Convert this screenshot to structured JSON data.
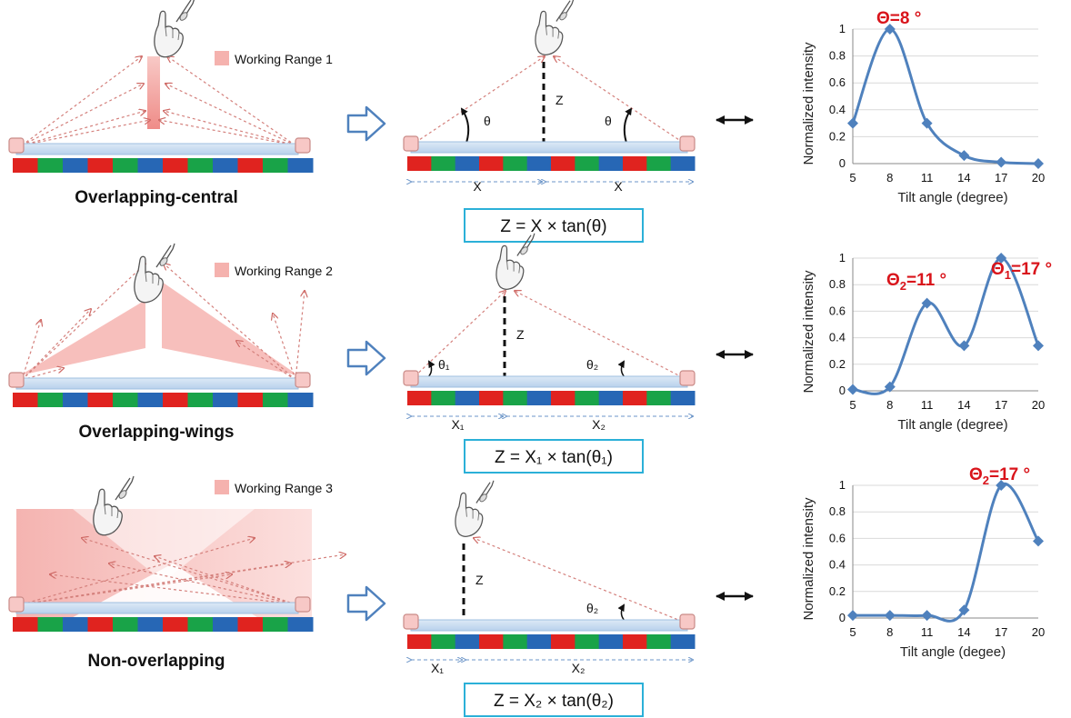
{
  "colors": {
    "accent_blue": "#4f81bd",
    "peak_red": "#d9141b",
    "range_pink": "#f3a4a0",
    "formula_border": "#2bb0d8",
    "strip_red": "#e0231f",
    "strip_green": "#19a348",
    "strip_blue": "#2767b5"
  },
  "rows": [
    {
      "config_label": "Overlapping-central",
      "legend_label": "Working Range 1",
      "diagram": {
        "z_label": "Z",
        "theta_left": "θ",
        "theta_right": "θ",
        "x_left": "X",
        "x_right": "X"
      },
      "formula": "Z = X × tan(θ)",
      "peaks": [
        {
          "sym": "Θ",
          "sub": "",
          "val": "=8 °"
        }
      ]
    },
    {
      "config_label": "Overlapping-wings",
      "legend_label": "Working Range 2",
      "diagram": {
        "z_label": "Z",
        "theta_left": "θ₁",
        "theta_right": "θ₂",
        "x_left": "X₁",
        "x_right": "X₂"
      },
      "formula": "Z = X₁ × tan(θ₁)",
      "peaks": [
        {
          "sym": "Θ",
          "sub": "2",
          "val": "=11 °"
        },
        {
          "sym": "Θ",
          "sub": "1",
          "val": "=17 °"
        }
      ]
    },
    {
      "config_label": "Non-overlapping",
      "legend_label": "Working Range 3",
      "diagram": {
        "z_label": "Z",
        "theta_left": "",
        "theta_right": "θ₂",
        "x_left": "X₁",
        "x_right": "X₂"
      },
      "formula": "Z = X₂ × tan(θ₂)",
      "peaks": [
        {
          "sym": "Θ",
          "sub": "2",
          "val": "=17 °"
        }
      ]
    }
  ],
  "chart_data": [
    {
      "type": "line",
      "x": [
        5,
        8,
        11,
        14,
        17,
        20
      ],
      "y": [
        0.3,
        1.0,
        0.3,
        0.06,
        0.01,
        0.0
      ],
      "xlabel": "Tilt angle (degree)",
      "ylabel": "Normalized intensity",
      "ylim": [
        0,
        1
      ],
      "yticks": [
        "0",
        "0.2",
        "0.4",
        "0.6",
        "0.8",
        "1"
      ],
      "xticks": [
        "5",
        "8",
        "11",
        "14",
        "17",
        "20"
      ]
    },
    {
      "type": "line",
      "x": [
        5,
        8,
        11,
        14,
        17,
        20
      ],
      "y": [
        0.01,
        0.03,
        0.66,
        0.34,
        1.0,
        0.34
      ],
      "xlabel": "Tilt angle (degree)",
      "ylabel": "Normalized intensity",
      "ylim": [
        0,
        1
      ],
      "yticks": [
        "0",
        "0.2",
        "0.4",
        "0.6",
        "0.8",
        "1"
      ],
      "xticks": [
        "5",
        "8",
        "11",
        "14",
        "17",
        "20"
      ]
    },
    {
      "type": "line",
      "x": [
        5,
        8,
        11,
        14,
        17,
        20
      ],
      "y": [
        0.02,
        0.02,
        0.02,
        0.06,
        1.0,
        0.58
      ],
      "xlabel": "Tilt angle (degee)",
      "ylabel": "Normalized intensity",
      "ylim": [
        0,
        1
      ],
      "yticks": [
        "0",
        "0.2",
        "0.4",
        "0.6",
        "0.8",
        "1"
      ],
      "xticks": [
        "5",
        "8",
        "11",
        "14",
        "17",
        "20"
      ]
    }
  ]
}
